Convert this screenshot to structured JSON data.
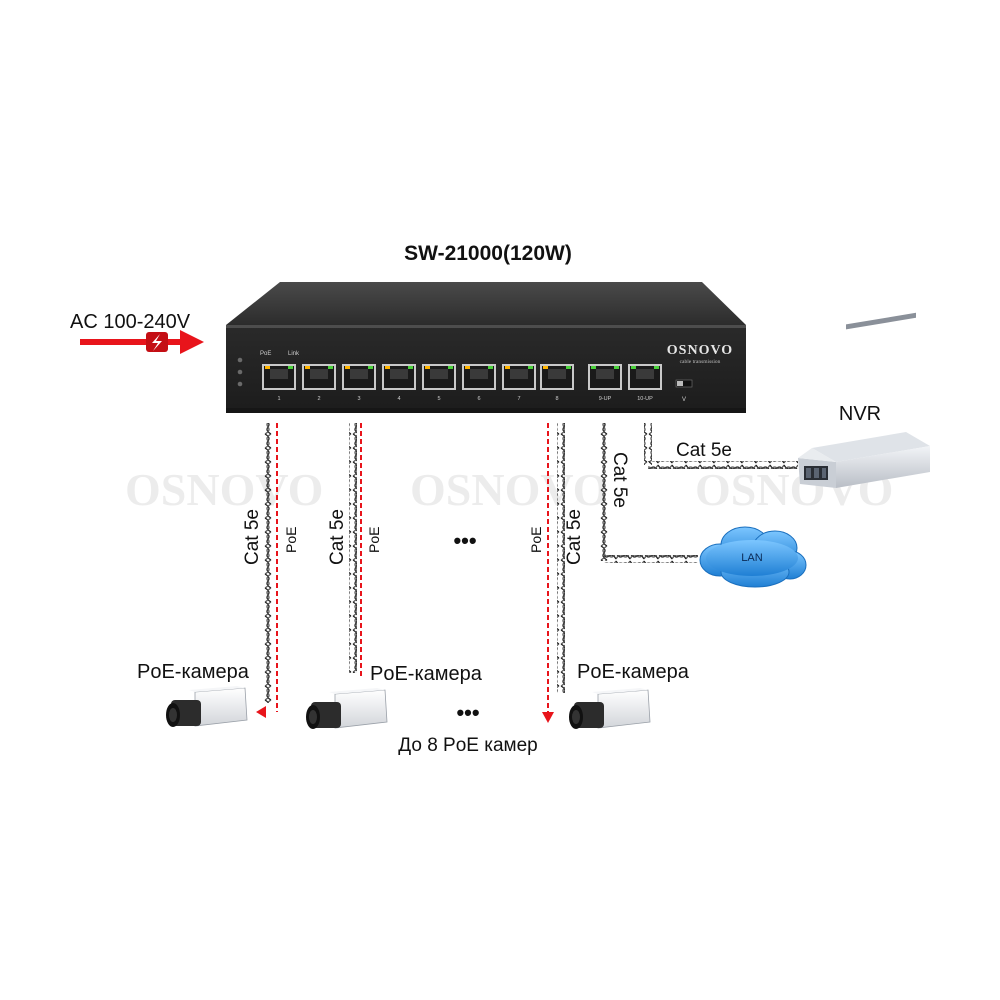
{
  "title": "SW-21000(120W)",
  "power": {
    "label": "AC 100-240V",
    "arrow_color": "#e8141b"
  },
  "switch": {
    "brand": "OSNOVO",
    "brand_sub": "cable transmission",
    "led_labels": [
      "PoE",
      "Link"
    ],
    "port_numbers": [
      "1",
      "2",
      "3",
      "4",
      "5",
      "6",
      "7",
      "8"
    ],
    "uplink_labels": [
      "9-UP",
      "10-UP"
    ],
    "switch_labels": [
      "V"
    ]
  },
  "watermark": "OSNOVO",
  "nvr": {
    "label": "NVR",
    "cable": "Cat 5e"
  },
  "lan": {
    "label": "LAN",
    "cable": "Cat 5e"
  },
  "camera_links": [
    {
      "cable": "Cat 5e",
      "poe": "PoE",
      "camera": "PoE-камера"
    },
    {
      "cable": "Cat 5e",
      "poe": "PoE",
      "camera": "PoE-камера"
    },
    {
      "cable": "Cat 5e",
      "poe": "PoE",
      "camera": "PoE-камера"
    }
  ],
  "ellipsis": "•••",
  "footer_note": "До 8 PoE камер",
  "colors": {
    "switch_body": "#2e2e2e",
    "switch_top": "#3a3a3a",
    "poe_line": "#e8141b",
    "cloud": "#3b9be0"
  }
}
